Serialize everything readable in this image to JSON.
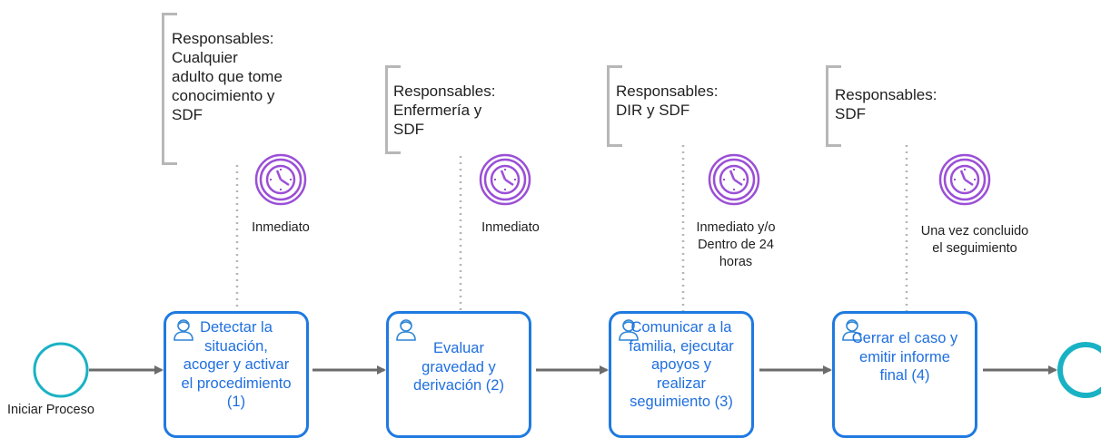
{
  "colors": {
    "task_border": "#1f7ae0",
    "task_text": "#1f6fe0",
    "timer": "#9b4fd6",
    "connector": "#6b6b6b",
    "event": "#19b2c4"
  },
  "start_event": {
    "label": "Iniciar Proceso"
  },
  "steps": [
    {
      "responsables": "Responsables:\nCualquier\nadulto que tome\nconocimiento y\nSDF",
      "timer": "Inmediato",
      "task": "Detectar la\nsituación,\nacoger y activar\nel procedimiento\n(1)"
    },
    {
      "responsables": "Responsables:\nEnfermería y\nSDF",
      "timer": "Inmediato",
      "task": "Evaluar\ngravedad y\nderivación (2)"
    },
    {
      "responsables": "Responsables:\nDIR y SDF",
      "timer": "Inmediato y/o\nDentro de 24\nhoras",
      "task": "Comunicar a la\nfamilia, ejecutar\napoyos y\nrealizar\nseguimiento (3)"
    },
    {
      "responsables": "Responsables:\nSDF",
      "timer": "Una vez concluido\nel seguimiento",
      "task": "Cerrar el caso y\nemitir informe\nfinal (4)"
    }
  ]
}
